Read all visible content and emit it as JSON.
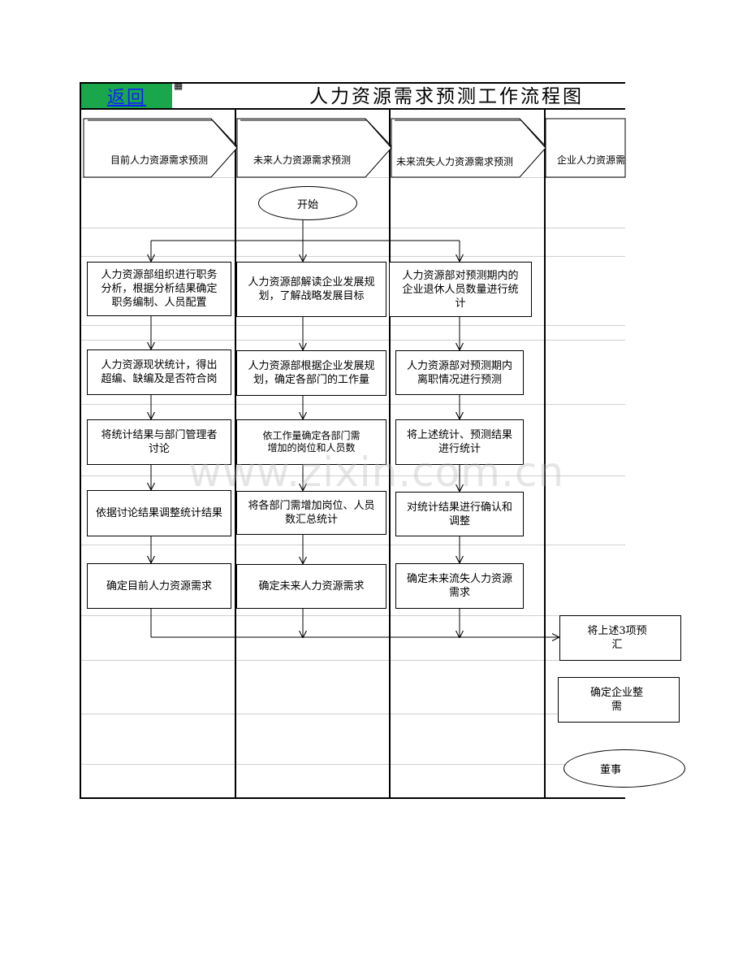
{
  "header": {
    "back_label": "返回",
    "title": "人力资源需求预测工作流程图"
  },
  "lanes": [
    {
      "label": "目前人力资源需求预测"
    },
    {
      "label": "未来人力资源需求预测"
    },
    {
      "label": "未来流失人力资源需求预测"
    },
    {
      "label": "企业人力资源需"
    }
  ],
  "nodes": {
    "start": "开始",
    "lane1": [
      [
        "人力资源部组织进行职务",
        "分析，根据分析结果确定",
        "职务编制、人员配置"
      ],
      [
        "人力资源现状统计，得出",
        "超编、缺编及是否符合岗"
      ],
      [
        "将统计结果与部门管理者",
        "讨论"
      ],
      [
        "依据讨论结果调整统计结果"
      ],
      [
        "确定目前人力资源需求"
      ]
    ],
    "lane2": [
      [
        "人力资源部解读企业发展规",
        "划，了解战略发展目标"
      ],
      [
        "人力资源部根据企业发展规",
        "划，确定各部门的工作量"
      ],
      [
        "依工作量确定各部门需",
        "增加的岗位和人员数"
      ],
      [
        "将各部门需增加岗位、人员",
        "数汇总统计"
      ],
      [
        "确定未来人力资源需求"
      ]
    ],
    "lane3": [
      [
        "人力资源部对预测期内的",
        "企业退休人员数量进行统",
        "计"
      ],
      [
        "人力资源部对预测期内",
        "离职情况进行预测"
      ],
      [
        "将上述统计、预测结果",
        "进行统计"
      ],
      [
        "对统计结果进行确认和",
        "调整"
      ],
      [
        "确定未来流失人力资源",
        "需求"
      ]
    ],
    "lane4": [
      [
        "将上述3项预",
        "汇"
      ],
      [
        "确定企业整",
        "需"
      ]
    ],
    "end": "董事"
  },
  "watermark": "www.zixin.com.cn"
}
